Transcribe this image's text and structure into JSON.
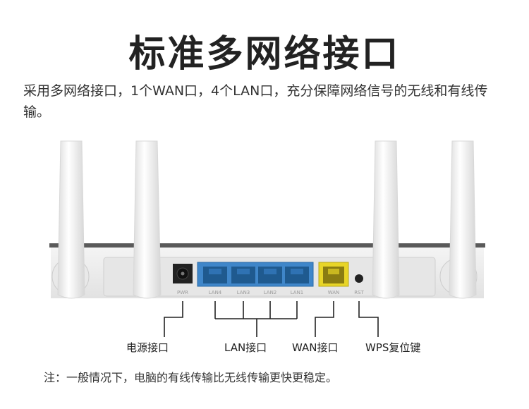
{
  "header": {
    "title": "标准多网络接口",
    "description": "采用多网络接口，1个WAN口，4个LAN口，充分保障网络信号的无线和有线传输。"
  },
  "ports": {
    "pwr": "PWR",
    "lan4": "LAN4",
    "lan3": "LAN3",
    "lan2": "LAN2",
    "lan1": "LAN1",
    "wan": "WAN",
    "rst": "RST"
  },
  "labels": {
    "power": "电源接口",
    "lan": "LAN接口",
    "wan": "WAN接口",
    "wps": "WPS复位键"
  },
  "note": "注：一般情况下，电脑的有线传输比无线传输更快更稳定。",
  "colors": {
    "lan_port": "#3f86c9",
    "wan_port": "#e8d528",
    "router_body": "#eeeeee",
    "antenna": "#f4f4f4"
  }
}
